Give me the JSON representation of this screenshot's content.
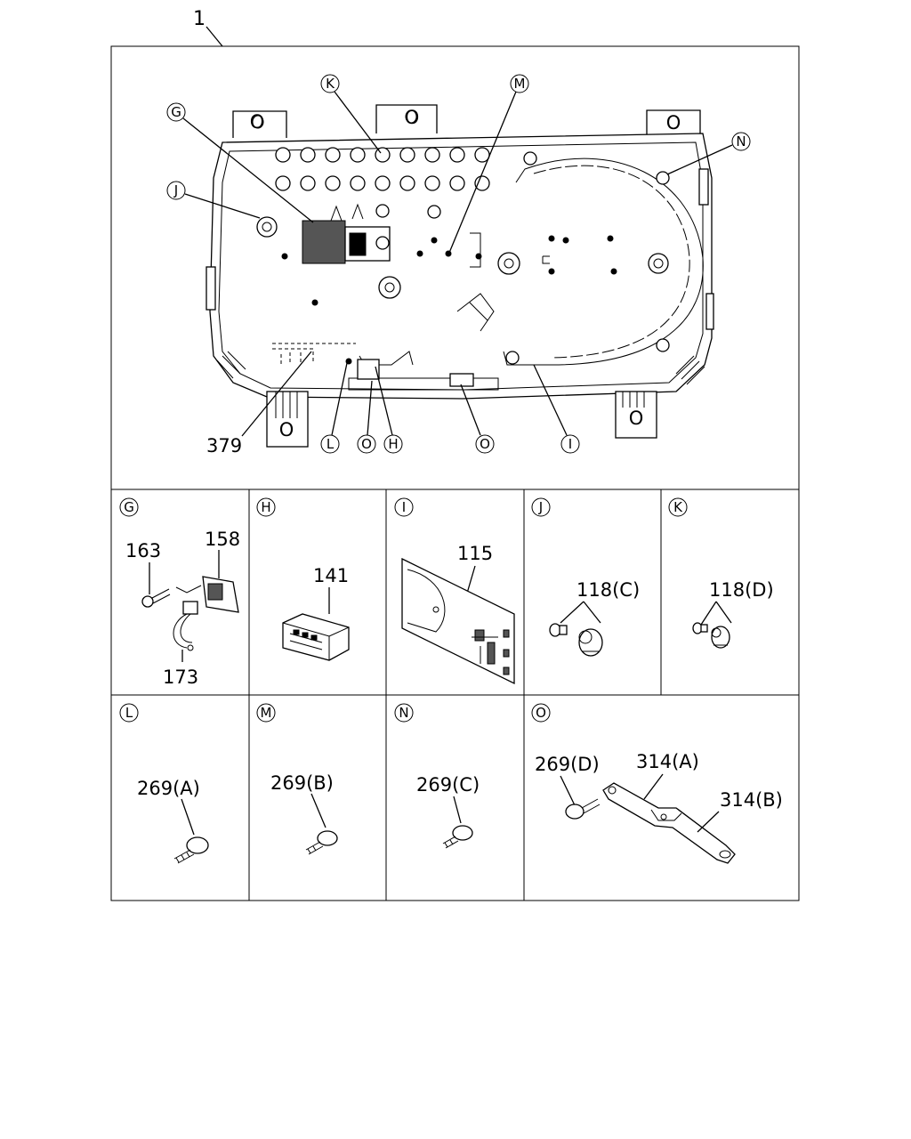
{
  "main_callout": "1",
  "main_labels": {
    "K": "K",
    "M": "M",
    "G": "G",
    "J": "J",
    "N": "N",
    "L": "L",
    "O1": "O",
    "H": "H",
    "O2": "O",
    "I": "I",
    "part_379": "379",
    "tab_O": "O"
  },
  "panels": {
    "G": {
      "letter": "G",
      "parts": [
        "163",
        "158",
        "173"
      ]
    },
    "H": {
      "letter": "H",
      "parts": [
        "141"
      ]
    },
    "I": {
      "letter": "I",
      "parts": [
        "115"
      ]
    },
    "J": {
      "letter": "J",
      "parts": [
        "118(C)"
      ]
    },
    "K": {
      "letter": "K",
      "parts": [
        "118(D)"
      ]
    },
    "L": {
      "letter": "L",
      "parts": [
        "269(A)"
      ]
    },
    "M": {
      "letter": "M",
      "parts": [
        "269(B)"
      ]
    },
    "N": {
      "letter": "N",
      "parts": [
        "269(C)"
      ]
    },
    "O": {
      "letter": "O",
      "parts": [
        "269(D)",
        "314(A)",
        "314(B)"
      ]
    }
  },
  "icons": [
    "meter-cluster-drawing",
    "screw-icon",
    "bulb-icon",
    "connector-icon",
    "circuit-board-icon",
    "ground-strap-icon"
  ]
}
